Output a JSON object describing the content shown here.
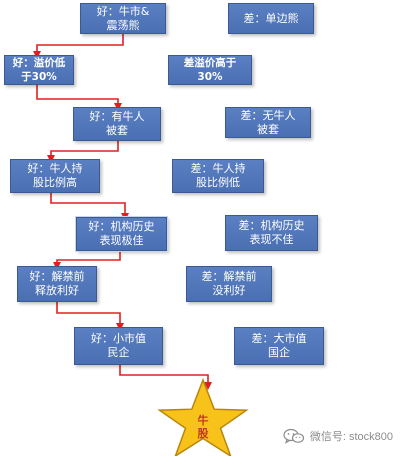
{
  "boxes": {
    "good_1": "好：牛市&\n震荡熊",
    "bad_1": "差：单边熊",
    "good_2": "好：溢价低\n于30%",
    "bad_2": "差溢价高于\n30%",
    "good_3": "好：有牛人\n被套",
    "bad_3": "差：无牛人\n被套",
    "good_4": "好：牛人持\n股比例高",
    "bad_4": "差：牛人持\n股比例低",
    "good_5": "好：机构历史\n表现极佳",
    "bad_5": "差：机构历史\n表现不佳",
    "good_6": "好：解禁前\n释放利好",
    "bad_6": "差：解禁前\n没利好",
    "good_7": "好：小市值\n民企",
    "bad_7": "差：大市值\n国企"
  },
  "star": {
    "label": "牛\n股"
  },
  "watermark": {
    "text": "微信号: stock800"
  },
  "colors": {
    "box_fill": "#4f74b8",
    "box_border": "#3b5a92",
    "arrow": "#e02020",
    "star_fill": "#f7c21a",
    "star_stroke": "#b8860b",
    "star_text": "#c0392b"
  }
}
